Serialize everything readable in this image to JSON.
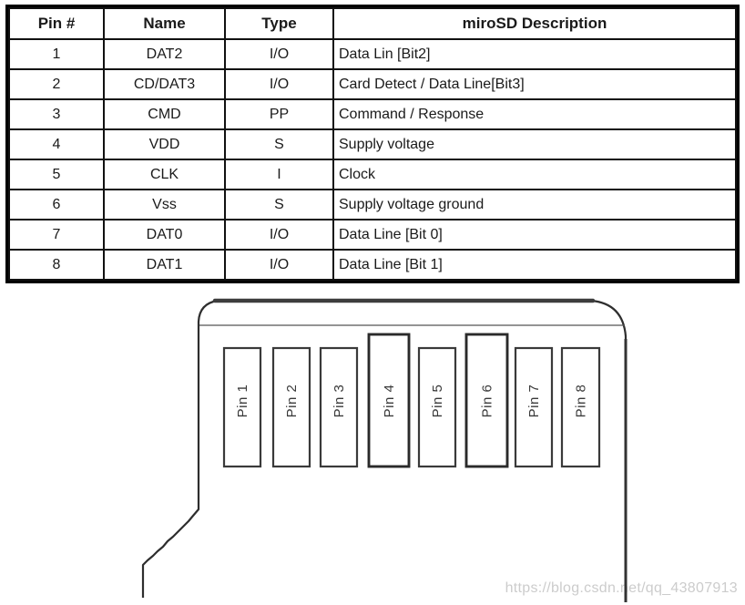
{
  "table": {
    "headers": [
      "Pin #",
      "Name",
      "Type",
      "miroSD Description"
    ],
    "rows": [
      [
        "1",
        "DAT2",
        "I/O",
        "Data Lin [Bit2]"
      ],
      [
        "2",
        "CD/DAT3",
        "I/O",
        "Card Detect / Data Line[Bit3]"
      ],
      [
        "3",
        "CMD",
        "PP",
        "Command / Response"
      ],
      [
        "4",
        "VDD",
        "S",
        "Supply voltage"
      ],
      [
        "5",
        "CLK",
        "I",
        "Clock"
      ],
      [
        "6",
        "Vss",
        "S",
        "Supply voltage ground"
      ],
      [
        "7",
        "DAT0",
        "I/O",
        "Data Line [Bit 0]"
      ],
      [
        "8",
        "DAT1",
        "I/O",
        "Data Line [Bit 1]"
      ]
    ]
  },
  "diagram": {
    "pins": [
      {
        "label": "Pin 1",
        "tall": false
      },
      {
        "label": "Pin 2",
        "tall": false
      },
      {
        "label": "Pin 3",
        "tall": false
      },
      {
        "label": "Pin 4",
        "tall": true
      },
      {
        "label": "Pin 5",
        "tall": false
      },
      {
        "label": "Pin 6",
        "tall": true
      },
      {
        "label": "Pin 7",
        "tall": false
      },
      {
        "label": "Pin 8",
        "tall": false
      }
    ]
  },
  "watermark": "https://blog.csdn.net/qq_43807913",
  "colors": {
    "background": "#ffffff",
    "table_border": "#000000",
    "text": "#1a1a1a",
    "diagram_line": "#2e2e2e",
    "watermark": "#cccccc"
  }
}
